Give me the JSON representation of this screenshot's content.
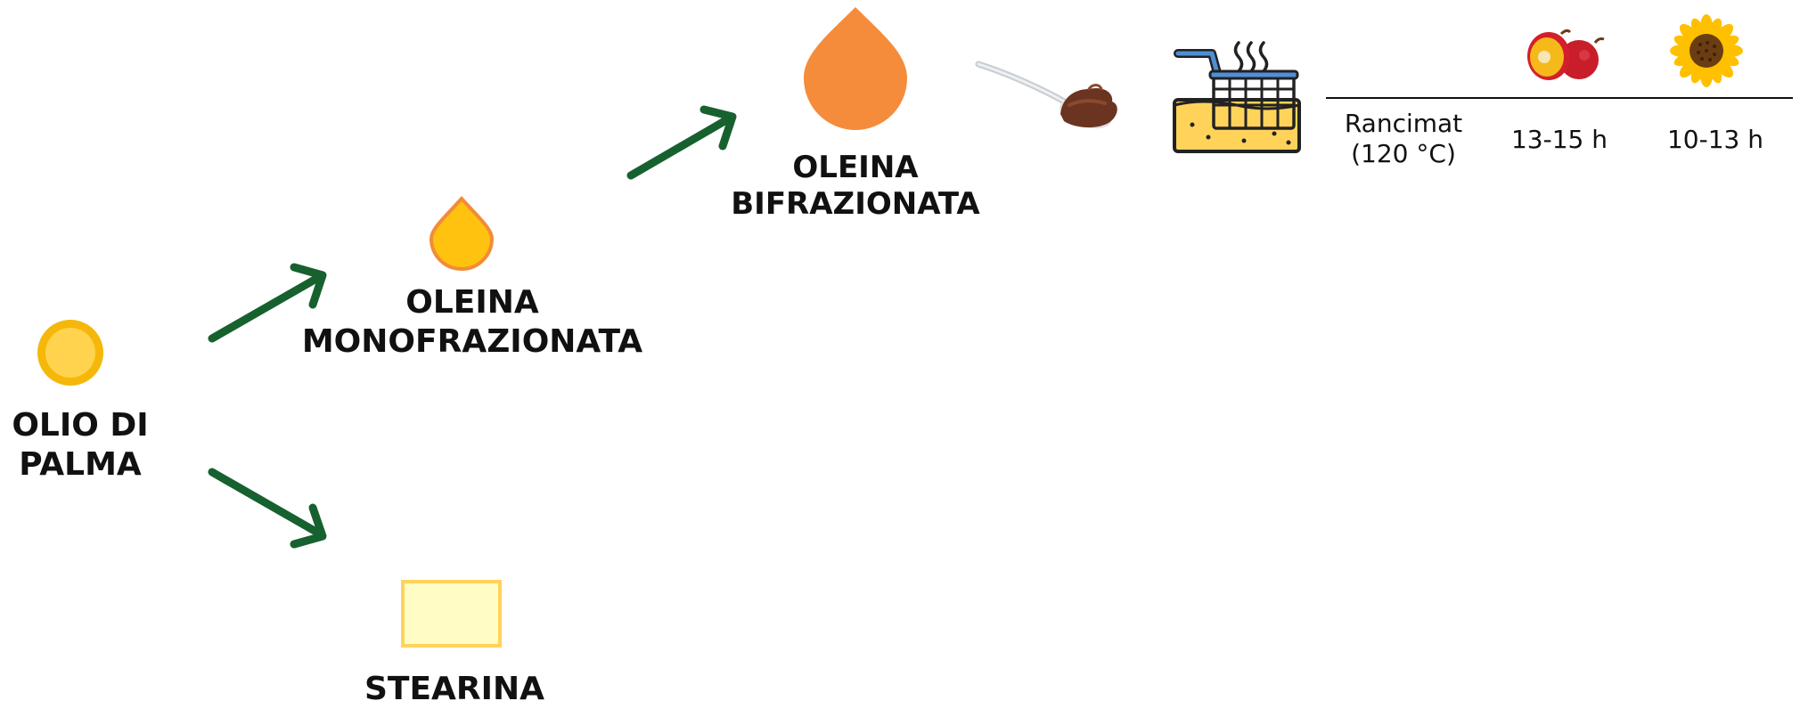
{
  "nodes": {
    "olio_di_palma": {
      "line1": "OLIO DI",
      "line2": "PALMA"
    },
    "oleina_mono": {
      "line1": "OLEINA",
      "line2": "MONOFRAZIONATA"
    },
    "oleina_bi": {
      "line1": "OLEINA",
      "line2": "BIFRAZIONATA"
    },
    "stearina": {
      "line1": "STEARINA"
    }
  },
  "table": {
    "method": {
      "line1": "Rancimat",
      "line2": "(120 °C)"
    },
    "palm_value": "13-15 h",
    "sunflower_value": "10-13 h"
  },
  "icons": [
    "palm-oil-drop-icon",
    "oleina-mono-drop-icon",
    "oleina-bi-drop-icon",
    "stearina-block-icon",
    "spoon-spread-icon",
    "deep-fryer-icon",
    "palm-fruit-icon",
    "sunflower-icon"
  ],
  "colors": {
    "arrow": "#17612f",
    "palm_yellow": "#ffd34e",
    "palm_ring": "#f5b80a",
    "mono_drop": "#ffc20e",
    "mono_drop_stroke": "#f28c38",
    "bi_drop": "#f58c3b",
    "stearina_fill": "#fffcc6",
    "stearina_stroke": "#ffd35a"
  }
}
